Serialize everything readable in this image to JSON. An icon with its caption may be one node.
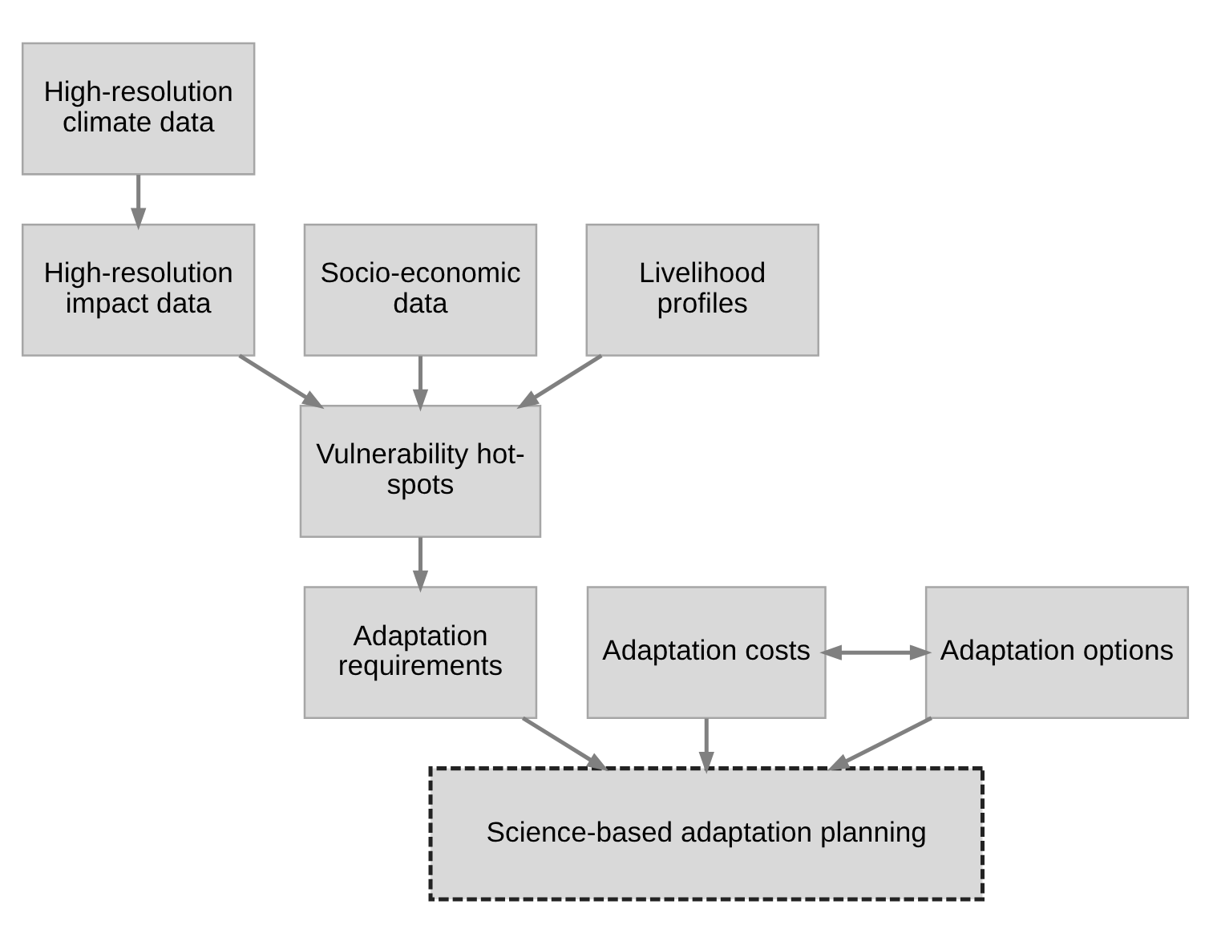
{
  "diagram": {
    "nodes": [
      {
        "text": [
          "High-resolution climate data"
        ]
      },
      {
        "text": [
          "High-resolution impact data"
        ]
      },
      {
        "text": [
          "Socio-economic data"
        ]
      },
      {
        "text": [
          "Livelihood profiles"
        ]
      },
      {
        "text": [
          "Vulnerability hot-spots"
        ]
      },
      {
        "text": [
          "Adaptation requirements"
        ]
      },
      {
        "text": [
          "Adaptation costs"
        ]
      },
      {
        "text": [
          "Adaptation options"
        ]
      },
      {
        "text": [
          "Science-based adaptation planning"
        ]
      }
    ],
    "edges": [
      {
        "from": 0,
        "to": 1,
        "arrow": "to"
      },
      {
        "from": 1,
        "to": 4,
        "arrow": "to"
      },
      {
        "from": 2,
        "to": 4,
        "arrow": "to"
      },
      {
        "from": 3,
        "to": 4,
        "arrow": "to"
      },
      {
        "from": 4,
        "to": 5,
        "arrow": "to"
      },
      {
        "from": 6,
        "to": 7,
        "arrow": "both"
      },
      {
        "from": 5,
        "to": 8,
        "arrow": "to"
      },
      {
        "from": 6,
        "to": 8,
        "arrow": "to"
      },
      {
        "from": 7,
        "to": 8,
        "arrow": "to"
      }
    ]
  }
}
